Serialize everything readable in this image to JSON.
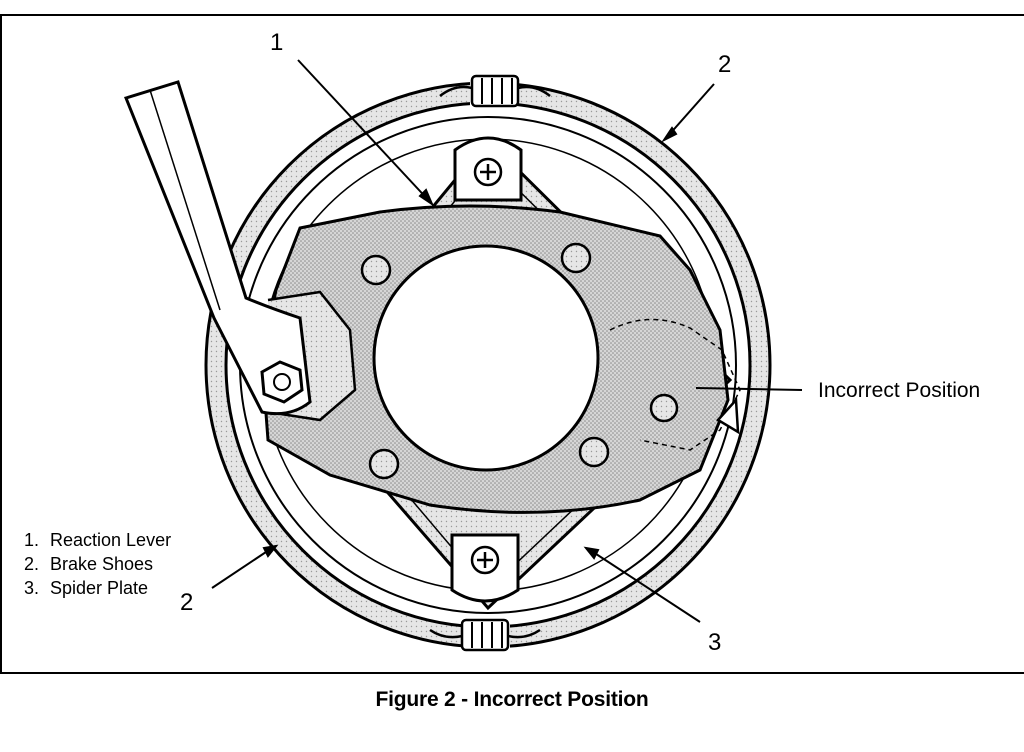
{
  "callouts": {
    "lever": "1",
    "shoes_top": "2",
    "shoes_bottom": "2",
    "spider": "3"
  },
  "annotation": "Incorrect Position",
  "legend": [
    {
      "num": "1.",
      "label": "Reaction Lever"
    },
    {
      "num": "2.",
      "label": "Brake Shoes"
    },
    {
      "num": "3.",
      "label": "Spider Plate"
    }
  ],
  "caption": "Figure 2 - Incorrect Position"
}
